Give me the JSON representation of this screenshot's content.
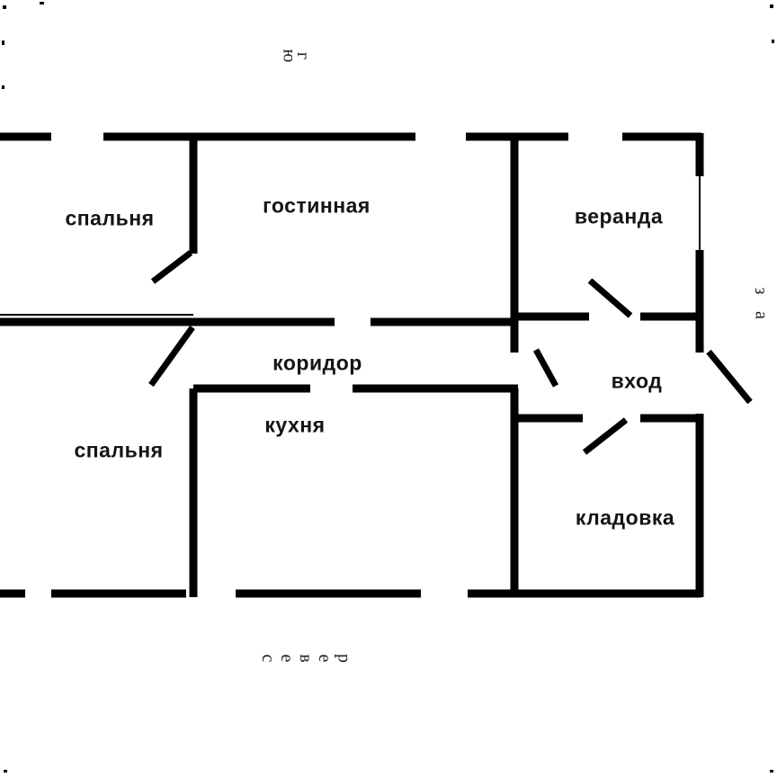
{
  "floor_plan": {
    "rooms": [
      {
        "id": "bedroom-top",
        "label": "спальня"
      },
      {
        "id": "living-room",
        "label": "гостинная"
      },
      {
        "id": "veranda",
        "label": "веранда"
      },
      {
        "id": "corridor",
        "label": "коридор"
      },
      {
        "id": "entrance",
        "label": "вход"
      },
      {
        "id": "bedroom-bottom",
        "label": "спальня"
      },
      {
        "id": "kitchen",
        "label": "кухня"
      },
      {
        "id": "storage",
        "label": "кладовка"
      }
    ],
    "directions": {
      "top": "юг",
      "bottom": "север",
      "right": "за"
    },
    "colors": {
      "wall": "#000000",
      "background": "#ffffff"
    }
  }
}
